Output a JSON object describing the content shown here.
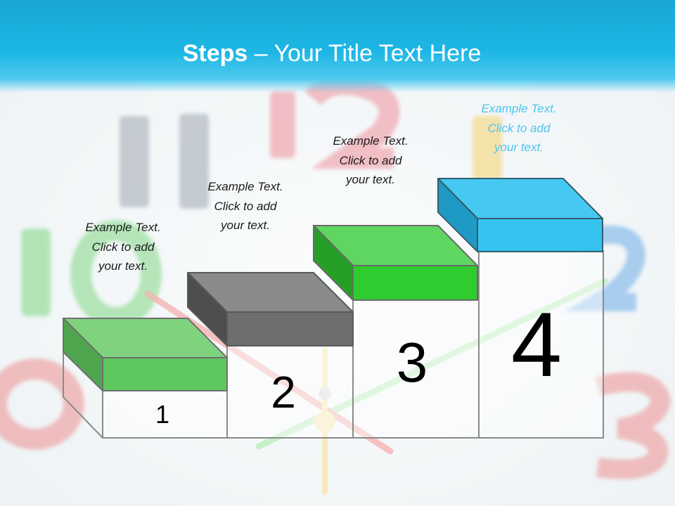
{
  "title": {
    "bold": "Steps",
    "rest": " – Your Title Text Here"
  },
  "steps": [
    {
      "number": "1",
      "text": "Example Text.\nClick  to add\nyour text.",
      "color": "#5ec85e"
    },
    {
      "number": "2",
      "text": "Example Text.\nClick  to add\nyour text.",
      "color": "#6e6e6e"
    },
    {
      "number": "3",
      "text": "Example Text.\nClick  to add\nyour text.",
      "color": "#2ecc2e"
    },
    {
      "number": "4",
      "text": "Example Text.\nClick  to add\nyour text.",
      "color": "#36c2ee"
    }
  ],
  "colors": {
    "title_bar": "#1cb6e4",
    "title_text": "#ffffff",
    "highlight_text": "#4fc4ef"
  }
}
